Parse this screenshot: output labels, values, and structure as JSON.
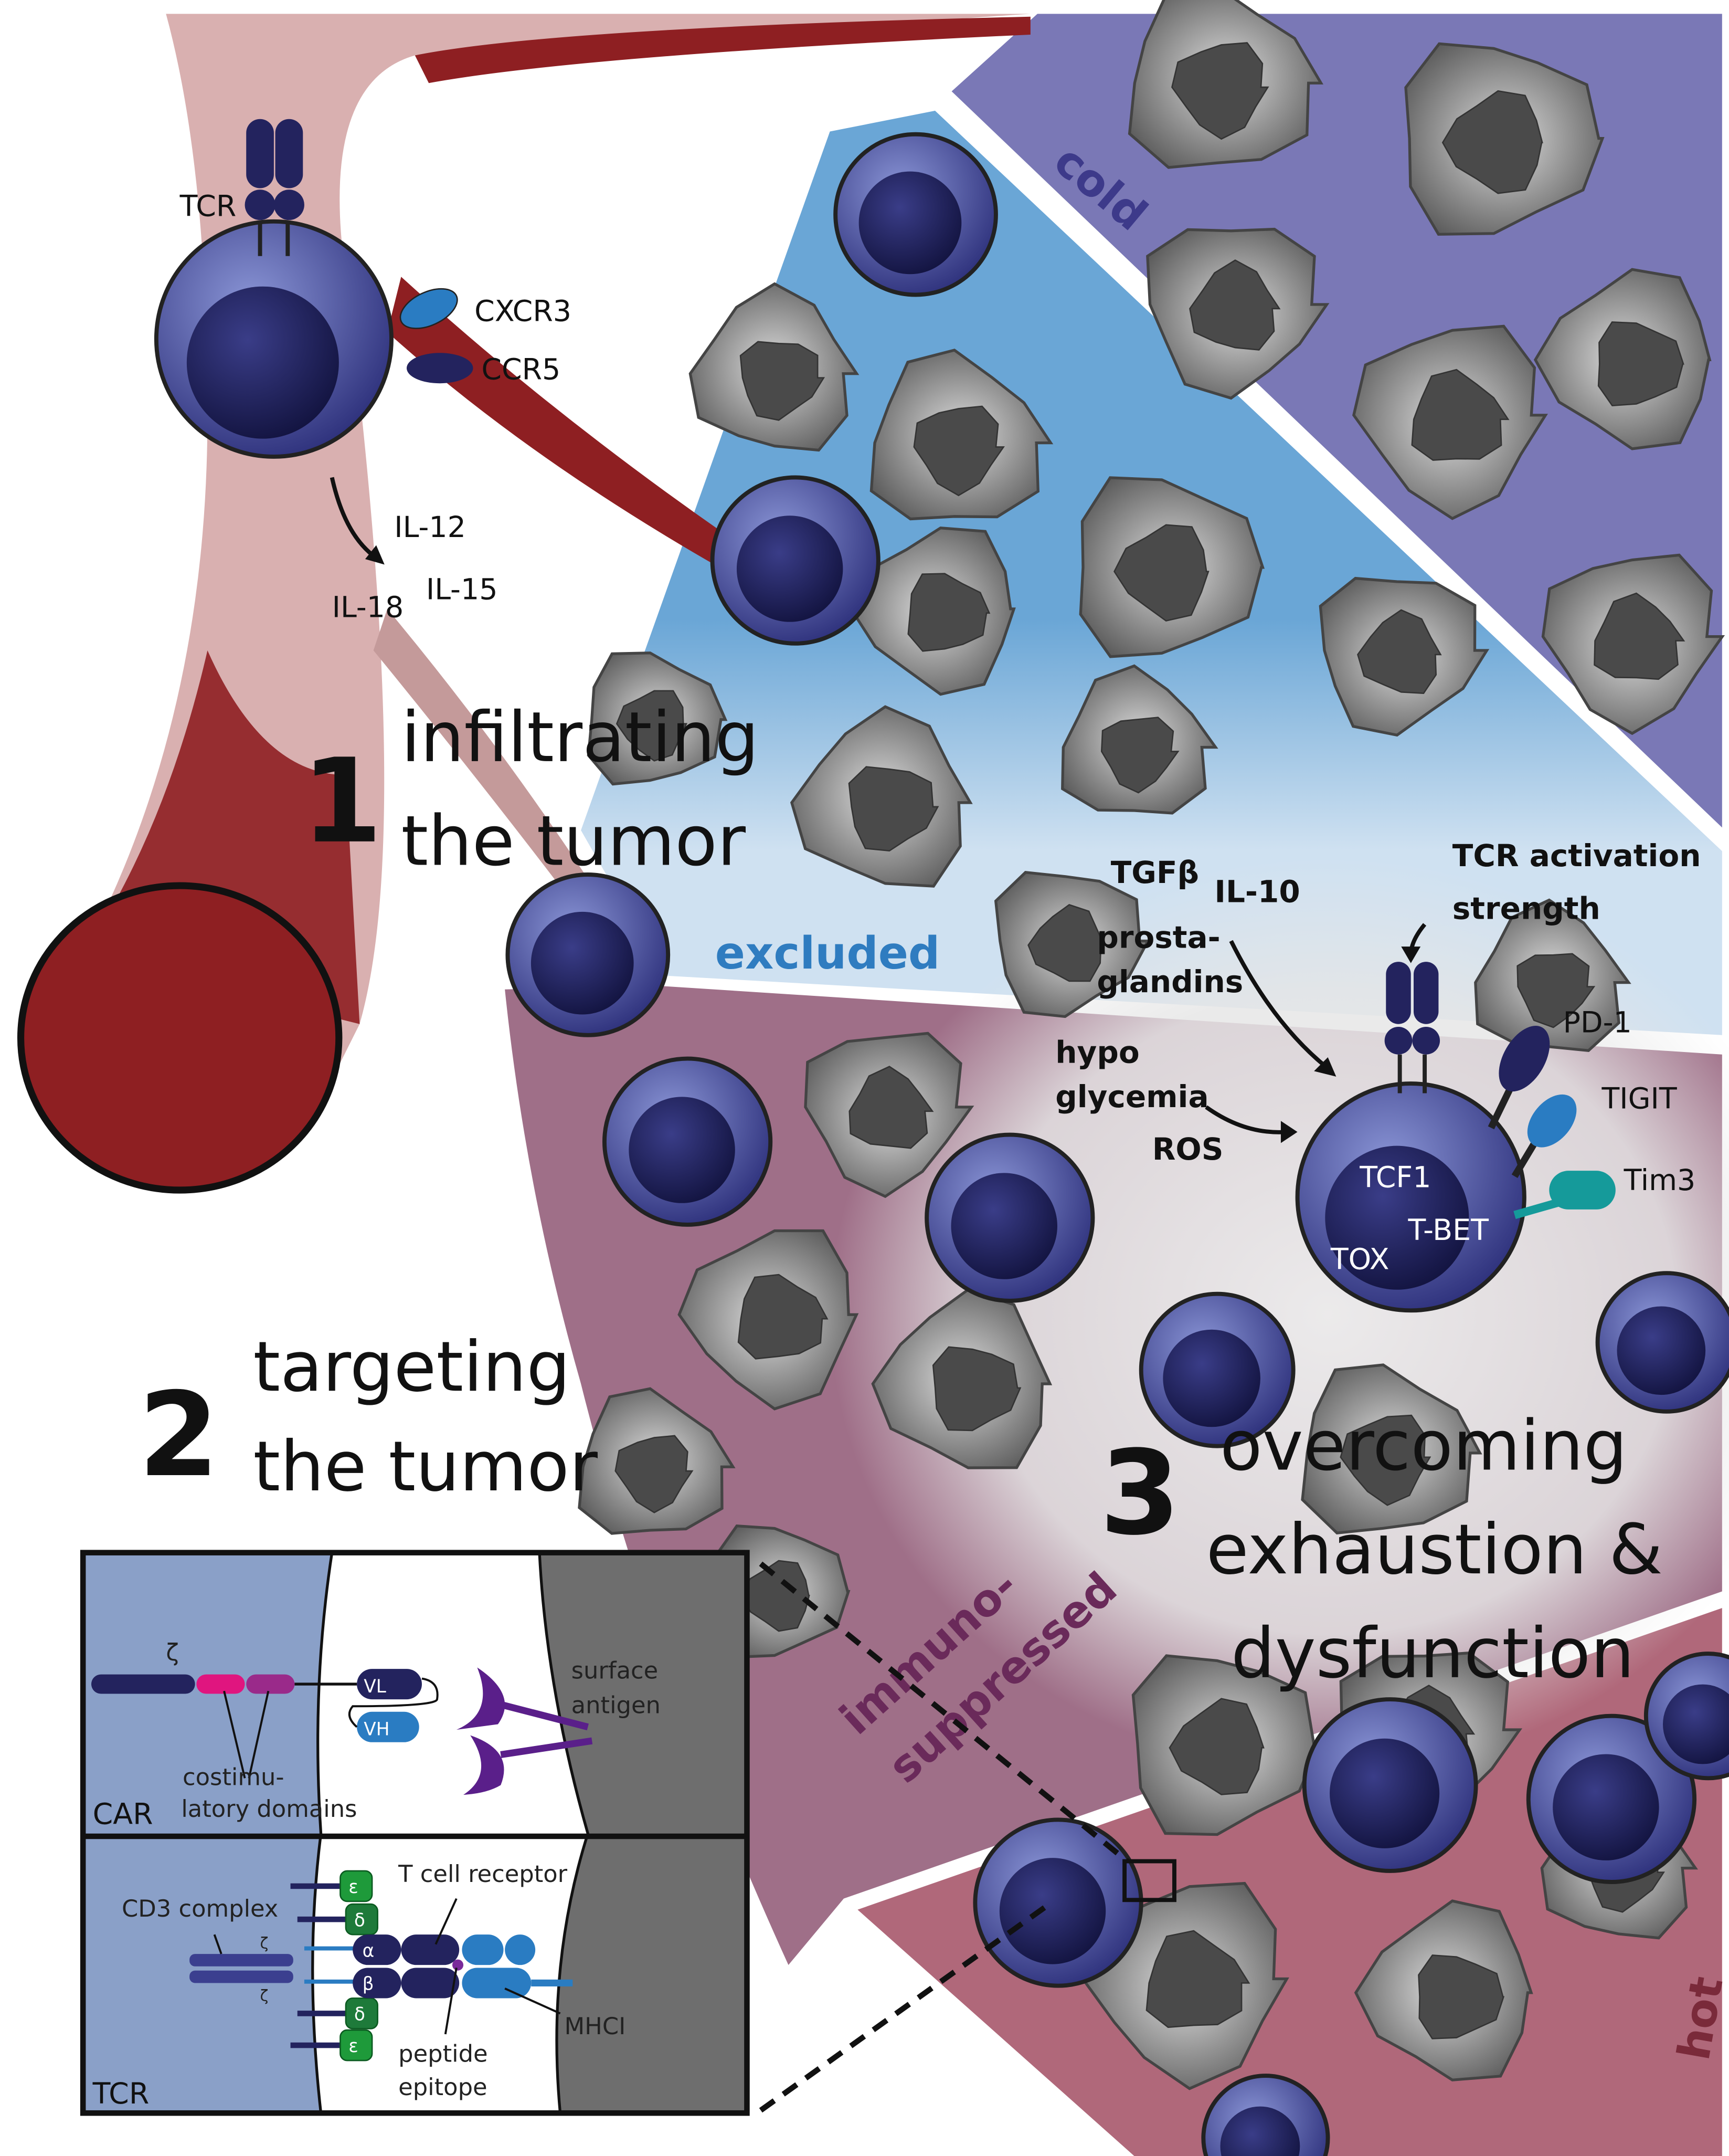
{
  "colors": {
    "cold": "#7a78b6",
    "excluded": "#6aa6d6",
    "immunosuppressed": "#9f6f88",
    "hot": "#b0687a",
    "vessel": "#8e1f22",
    "tcell": "#3b3f8f",
    "tumor": "#777777"
  },
  "zones": {
    "cold": "cold",
    "excluded": "excluded",
    "immunosuppressed_1": "immuno-",
    "immunosuppressed_2": "suppressed",
    "hot": "hot"
  },
  "step1": {
    "number": "1",
    "line1": "infiltrating",
    "line2": "the tumor"
  },
  "step2": {
    "number": "2",
    "line1": "targeting",
    "line2": "the tumor"
  },
  "step3": {
    "number": "3",
    "line1": "overcoming",
    "line2": "exhaustion &",
    "line3": "dysfunction"
  },
  "tcell_top": {
    "tcr": "TCR",
    "cxcr3": "CXCR3",
    "ccr5": "CCR5",
    "il12": "IL-12",
    "il15": "IL-15",
    "il18": "IL-18"
  },
  "exhausted_cell": {
    "tgfb": "TGFβ",
    "il10": "IL-10",
    "prosta1": "prosta-",
    "prosta2": "glandins",
    "hypo1": "hypo",
    "hypo2": "glycemia",
    "ros": "ROS",
    "tcr_act1": "TCR activation",
    "tcr_act2": "strength",
    "pd1": "PD-1",
    "tigit": "TIGIT",
    "tim3": "Tim3",
    "tcf1": "TCF1",
    "tbet": "T-BET",
    "tox": "TOX"
  },
  "inset": {
    "car": {
      "label": "CAR",
      "zeta": "ζ",
      "costim1": "costimu-",
      "costim2": "latory domains",
      "vl": "VL",
      "vh": "VH",
      "antigen1": "surface",
      "antigen2": "antigen"
    },
    "tcr": {
      "label": "TCR",
      "cd3": "CD3 complex",
      "zeta": "ζ",
      "tcell_receptor": "T cell receptor",
      "epsilon": "ε",
      "delta": "δ",
      "alpha": "α",
      "beta": "β",
      "mhc": "MHCI",
      "peptide1": "peptide",
      "peptide2": "epitope"
    }
  }
}
